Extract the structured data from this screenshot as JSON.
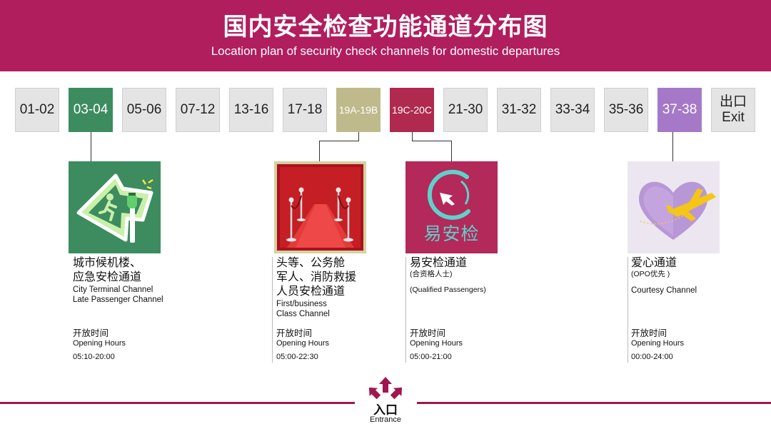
{
  "header": {
    "title_cn": "国内安全检查功能通道分布图",
    "title_en": "Location plan of security check channels for domestic departures"
  },
  "channels": [
    {
      "label": "01-02"
    },
    {
      "label": "03-04"
    },
    {
      "label": "05-06"
    },
    {
      "label": "07-12"
    },
    {
      "label": "13-16"
    },
    {
      "label": "17-18"
    },
    {
      "label": "19A-19B"
    },
    {
      "label": "19C-20C"
    },
    {
      "label": "21-30"
    },
    {
      "label": "31-32"
    },
    {
      "label": "33-34"
    },
    {
      "label": "35-36"
    },
    {
      "label": "37-38"
    },
    {
      "label": "出口",
      "label2": "Exit"
    }
  ],
  "features": [
    {
      "name_cn": "城市候机楼、\n应急安检通道",
      "name_en": "City Terminal Channel\nLate Passenger Channel",
      "hours_cn": "开放时间",
      "hours_en": "Opening Hours",
      "hours": "05:10-20:00"
    },
    {
      "name_cn": "头等、公务舱\n军人、消防救援\n人员安检通道",
      "name_en": "First/business\nClass Channel",
      "hours_cn": "开放时间",
      "hours_en": "Opening Hours",
      "hours": "05:00-22:30"
    },
    {
      "name_cn": "易安检通道",
      "note_cn": "(合资格人士)",
      "name_en": "(Qualified Passengers)",
      "logo_text": "易安检",
      "hours_cn": "开放时间",
      "hours_en": "Opening Hours",
      "hours": "05:00-21:00"
    },
    {
      "name_cn": "爱心通道",
      "note_cn": "(OPO优先 )",
      "name_en": "Courtesy Channel",
      "hours_cn": "开放时间",
      "hours_en": "Opening Hours",
      "hours": "00:00-24:00"
    }
  ],
  "entrance": {
    "label_cn": "入口",
    "label_en": "Entrance"
  },
  "colors": {
    "brand": "#b01e5e",
    "green": "#3c8c5f",
    "olive": "#beba8c",
    "crimson": "#b0294f",
    "purple": "#a579c8",
    "tile": "#e4e4e4"
  },
  "icons": [
    "emergency-exit-running-man-icon",
    "red-carpet-vip-icon",
    "easy-security-logo-icon",
    "heart-airplane-icon",
    "entrance-arrows-icon"
  ]
}
